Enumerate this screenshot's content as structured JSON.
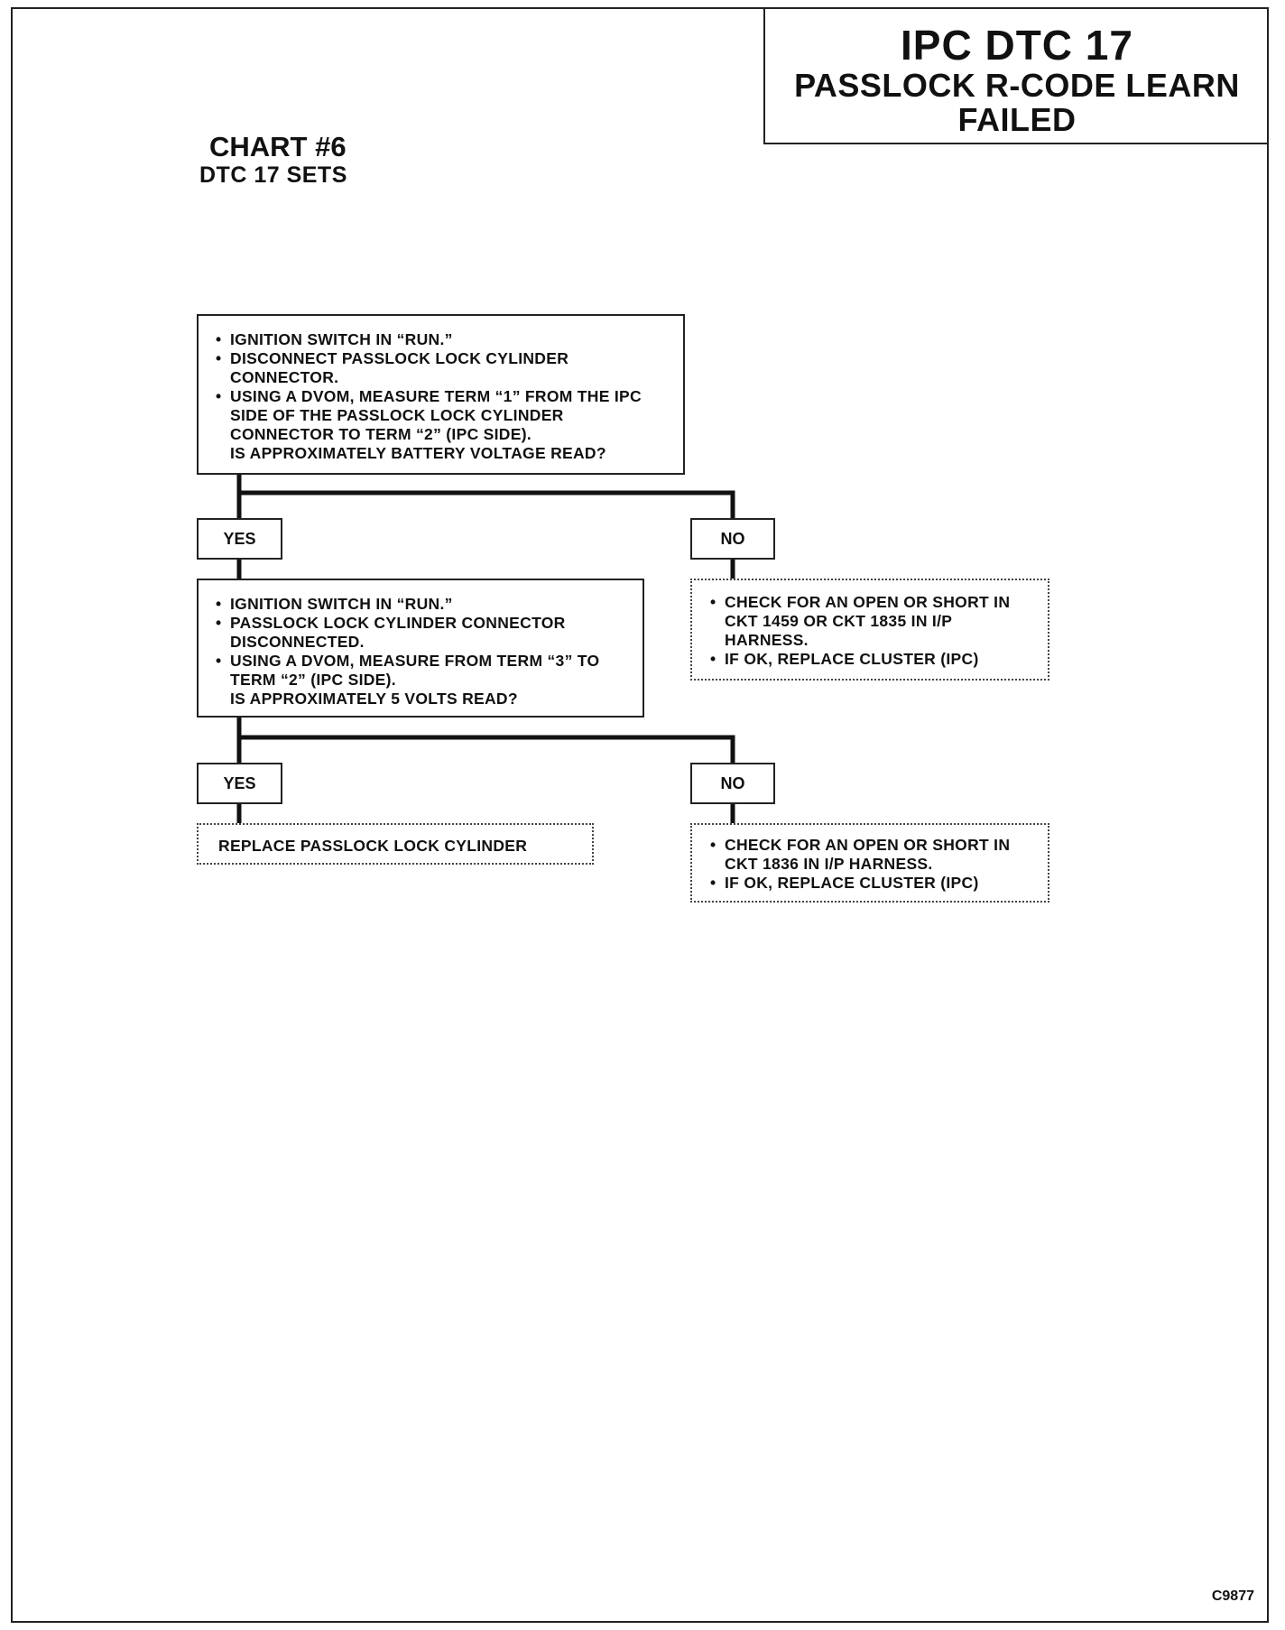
{
  "header": {
    "main_title": "IPC DTC 17",
    "subtitle_line1": "PASSLOCK R-CODE LEARN",
    "subtitle_line2": "FAILED"
  },
  "chart": {
    "title": "CHART #6",
    "subtitle": "DTC 17 SETS"
  },
  "step1": {
    "bullets": [
      "IGNITION SWITCH IN “RUN.”",
      "DISCONNECT PASSLOCK LOCK CYLINDER CONNECTOR.",
      "USING A DVOM, MEASURE TERM “1” FROM THE IPC SIDE OF THE PASSLOCK LOCK CYLINDER CONNECTOR TO TERM “2” (IPC SIDE)."
    ],
    "question": "IS APPROXIMATELY BATTERY VOLTAGE READ?"
  },
  "branch1": {
    "yes_label": "YES",
    "no_label": "NO"
  },
  "no1_result": {
    "bullets": [
      "CHECK FOR AN OPEN OR SHORT IN CKT 1459 OR CKT 1835 IN I/P HARNESS.",
      "IF OK, REPLACE CLUSTER (IPC)"
    ]
  },
  "step2": {
    "bullets": [
      "IGNITION SWITCH IN “RUN.”",
      "PASSLOCK LOCK CYLINDER CONNECTOR DISCONNECTED.",
      "USING A DVOM, MEASURE FROM TERM “3” TO TERM “2” (IPC SIDE)."
    ],
    "question": "IS APPROXIMATELY 5 VOLTS READ?"
  },
  "branch2": {
    "yes_label": "YES",
    "no_label": "NO"
  },
  "yes2_result": {
    "text": "REPLACE PASSLOCK LOCK CYLINDER"
  },
  "no2_result": {
    "bullets": [
      "CHECK FOR AN OPEN OR SHORT IN CKT 1836 IN I/P HARNESS.",
      "IF OK, REPLACE CLUSTER (IPC)"
    ]
  },
  "footer": {
    "code": "C9877"
  }
}
